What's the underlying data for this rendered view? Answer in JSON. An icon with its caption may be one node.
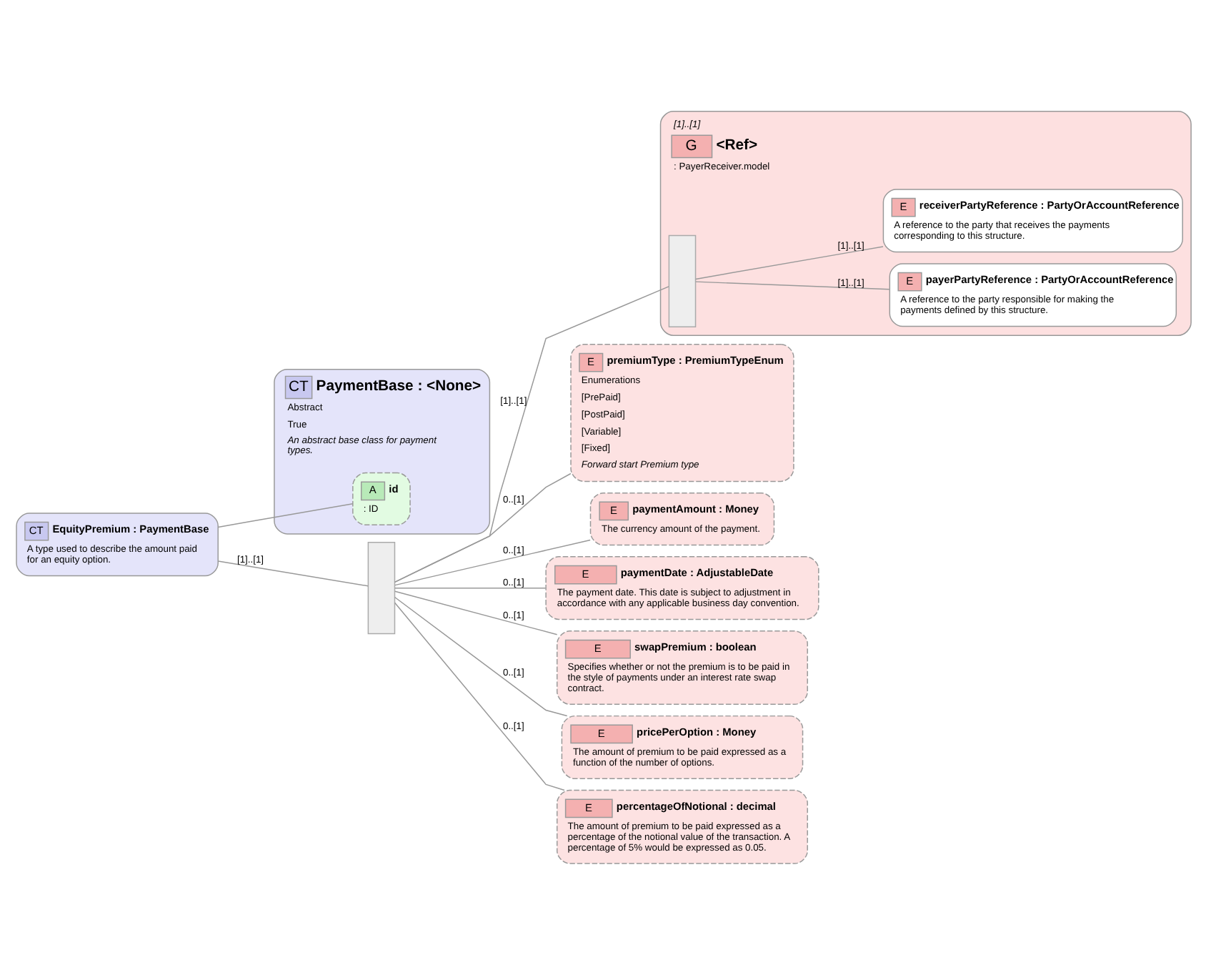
{
  "diagram": {
    "nodes": [
      {
        "text": [
          "CT",
          "EquityPremium : PaymentBase",
          "A type used to describe the amount paid for an equity option."
        ]
      },
      {
        "text": [
          "CT",
          "PaymentBase : <None>",
          "Abstract",
          "True",
          "An abstract base class for payment types."
        ]
      },
      {
        "text": [
          "A",
          "id",
          ": ID"
        ],
        "in": 1
      },
      {
        "text": [],
        "shape": "box"
      },
      {
        "text": [
          "G",
          "<Ref>",
          ": PayerReceiver.model"
        ],
        "beside": [
          "[1]..[1]"
        ]
      },
      {
        "text": [],
        "shape": "box",
        "in": 4
      },
      {
        "text": [
          "E",
          "payerPartyReference : PartyOrAccountReference",
          "A reference to the party responsible for making the payments defined by this structure."
        ],
        "in": 4
      },
      {
        "text": [
          "E",
          "receiverPartyReference : PartyOrAccountReference",
          "A reference to the party that receives the payments corresponding to this structure."
        ],
        "in": 4
      },
      {
        "text": [
          "E",
          "premiumType : PremiumTypeEnum",
          "Enumerations",
          "[PrePaid]",
          "[PostPaid]",
          "[Variable]",
          "[Fixed]",
          "Forward start Premium type"
        ]
      },
      {
        "text": [
          "E",
          "paymentAmount : Money",
          "The currency amount of the payment."
        ]
      },
      {
        "text": [
          "E",
          "paymentDate : AdjustableDate",
          "The payment date. This date is subject to adjustment in accordance with any applicable business day convention."
        ]
      },
      {
        "text": [
          "E",
          "swapPremium : boolean",
          "Specifies whether or not the premium is to be paid in the style of payments under an interest rate swap contract."
        ]
      },
      {
        "text": [
          "E",
          "pricePerOption : Money",
          "The amount of premium to be paid expressed as a function of the number of options."
        ]
      },
      {
        "text": [
          "E",
          "percentageOfNotional : decimal",
          "The amount of premium to be paid expressed as a percentage of the notional value of the transaction. A percentage of 5% would be expressed as 0.05."
        ]
      }
    ],
    "edges": [
      {
        "from": 0,
        "to": 2,
        "arrow": "none"
      },
      {
        "from": 0,
        "to": 3,
        "arrow": "none",
        "label": "[1]..[1]"
      },
      {
        "from": 3,
        "to": 5,
        "arrow": "none",
        "label": "[1]..[1]"
      },
      {
        "from": 5,
        "to": 6,
        "arrow": "none",
        "label": "[1]..[1]"
      },
      {
        "from": 5,
        "to": 7,
        "arrow": "none",
        "label": "[1]..[1]"
      },
      {
        "from": 3,
        "to": 8,
        "arrow": "none",
        "label": "0..[1]"
      },
      {
        "from": 3,
        "to": 9,
        "arrow": "none",
        "label": "0..[1]"
      },
      {
        "from": 3,
        "to": 10,
        "arrow": "none",
        "label": "0..[1]"
      },
      {
        "from": 3,
        "to": 11,
        "arrow": "none",
        "label": "0..[1]"
      },
      {
        "from": 3,
        "to": 12,
        "arrow": "none",
        "label": "0..[1]"
      },
      {
        "from": 3,
        "to": 13,
        "arrow": "none",
        "label": "0..[1]"
      }
    ]
  }
}
